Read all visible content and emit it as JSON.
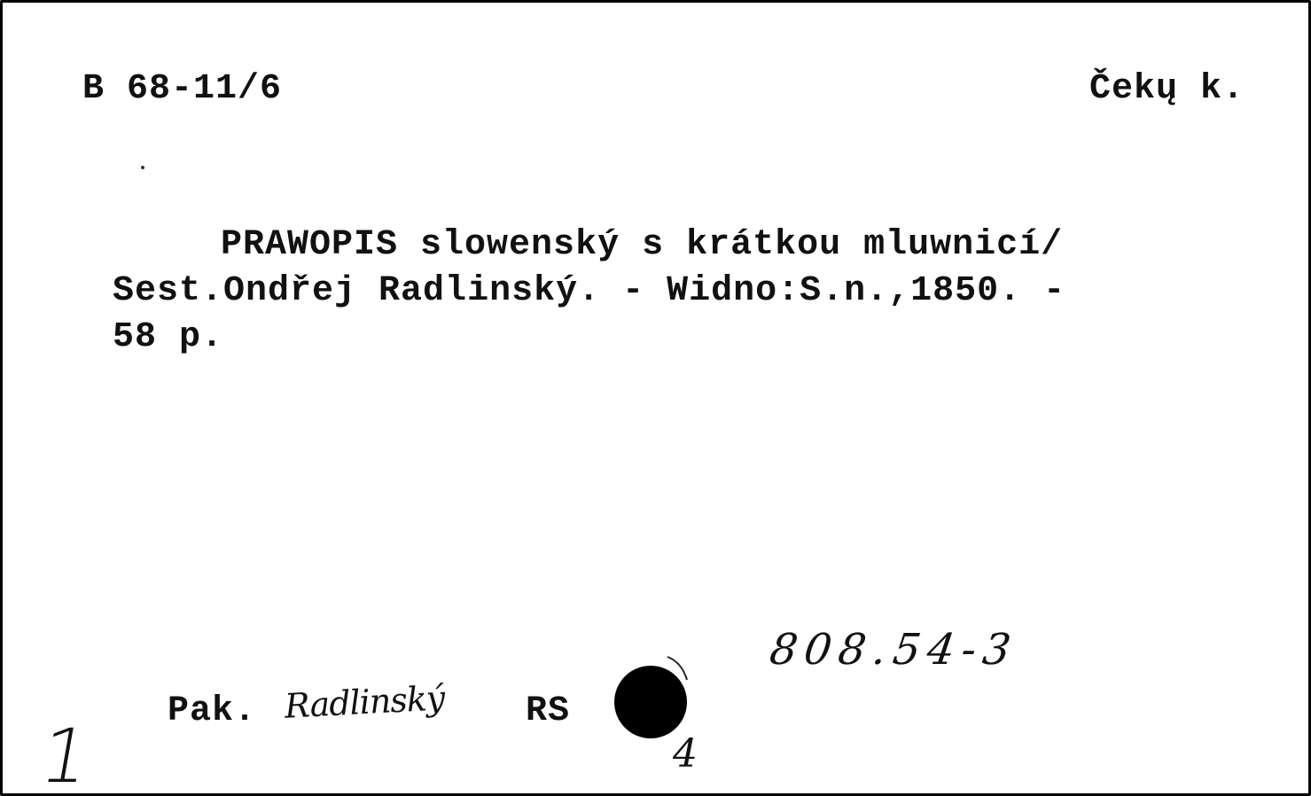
{
  "card": {
    "call_number": "B 68-11/6",
    "filing_word": "Čekų k.",
    "description": {
      "line1": "PRAWOPIS slowenský s krátkou mluwnicí/",
      "line2": "Sest.Ondřej Radlinský. - Widno:S.n.,1850. -",
      "line3": "58 p."
    },
    "signature": {
      "prefix": "Pak.",
      "name": "Radlinský",
      "code": "RS"
    },
    "classification": "808.54-3",
    "copy_number": "4",
    "card_count": "1"
  }
}
